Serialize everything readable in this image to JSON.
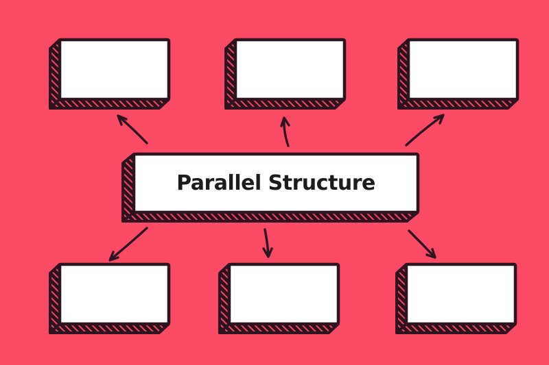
{
  "diagram": {
    "title": "Parallel Structure",
    "center": {
      "label": "Parallel Structure"
    },
    "branches": [
      {
        "id": "top-left",
        "label": ""
      },
      {
        "id": "top-middle",
        "label": ""
      },
      {
        "id": "top-right",
        "label": ""
      },
      {
        "id": "bottom-left",
        "label": ""
      },
      {
        "id": "bottom-middle",
        "label": ""
      },
      {
        "id": "bottom-right",
        "label": ""
      }
    ],
    "arrows": [
      {
        "from": "center",
        "to": "top-left"
      },
      {
        "from": "center",
        "to": "top-middle"
      },
      {
        "from": "center",
        "to": "top-right"
      },
      {
        "from": "center",
        "to": "bottom-left"
      },
      {
        "from": "center",
        "to": "bottom-middle"
      },
      {
        "from": "center",
        "to": "bottom-right"
      }
    ]
  },
  "colors": {
    "background": "#fa4a64",
    "ink": "#2e1320",
    "box_face": "#ffffff",
    "hatch_stripe": "#ee4765",
    "panel_fill": "#2a1019",
    "text": "#1d1b1e"
  }
}
